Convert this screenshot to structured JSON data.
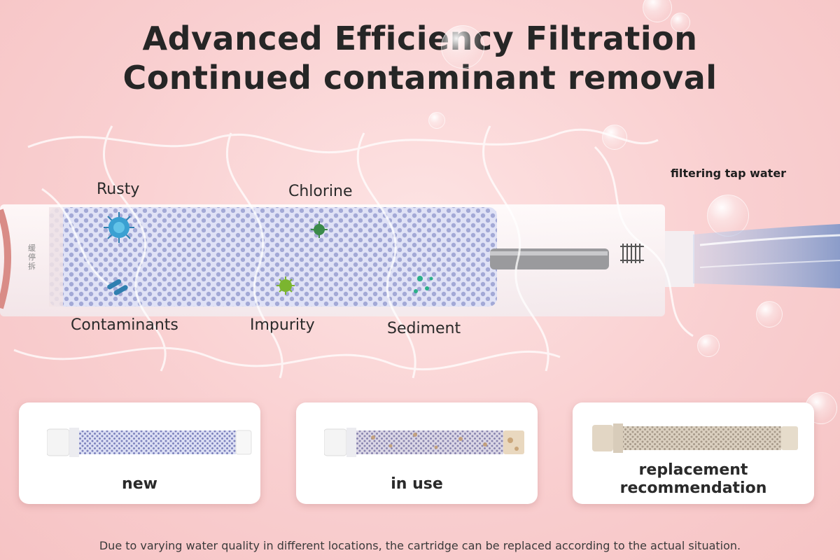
{
  "heading": {
    "line1": "Advanced Efficiency Filtration",
    "line2": "Continued contaminant removal"
  },
  "diagram": {
    "contaminants": {
      "rusty": "Rusty",
      "chlorine": "Chlorine",
      "contaminants": "Contaminants",
      "impurity": "Impurity",
      "sediment": "Sediment"
    },
    "tap_label": "filtering tap water",
    "housing_chars": "缓停 拆"
  },
  "stages": [
    {
      "label": "new",
      "state": "clean",
      "filter_color": "#d9dcf3"
    },
    {
      "label": "in use",
      "state": "partially used",
      "filter_color": "#d8d2e0"
    },
    {
      "label": "replacement recommendation",
      "state": "saturated",
      "filter_color": "#d9cdbb"
    }
  ],
  "footnote": "Due to varying water quality in different locations, the cartridge can be replaced according to the actual situation.",
  "colors": {
    "background": "#f9cfd0",
    "filter_mesh": "#dfe0f5",
    "mesh_dots": "#8c92c8",
    "water_stream": "#9bb0d8",
    "title_text": "#262626"
  },
  "icons": [
    "virus-icon",
    "bacteria-icon",
    "germ-icon",
    "shower-handle-icon"
  ]
}
